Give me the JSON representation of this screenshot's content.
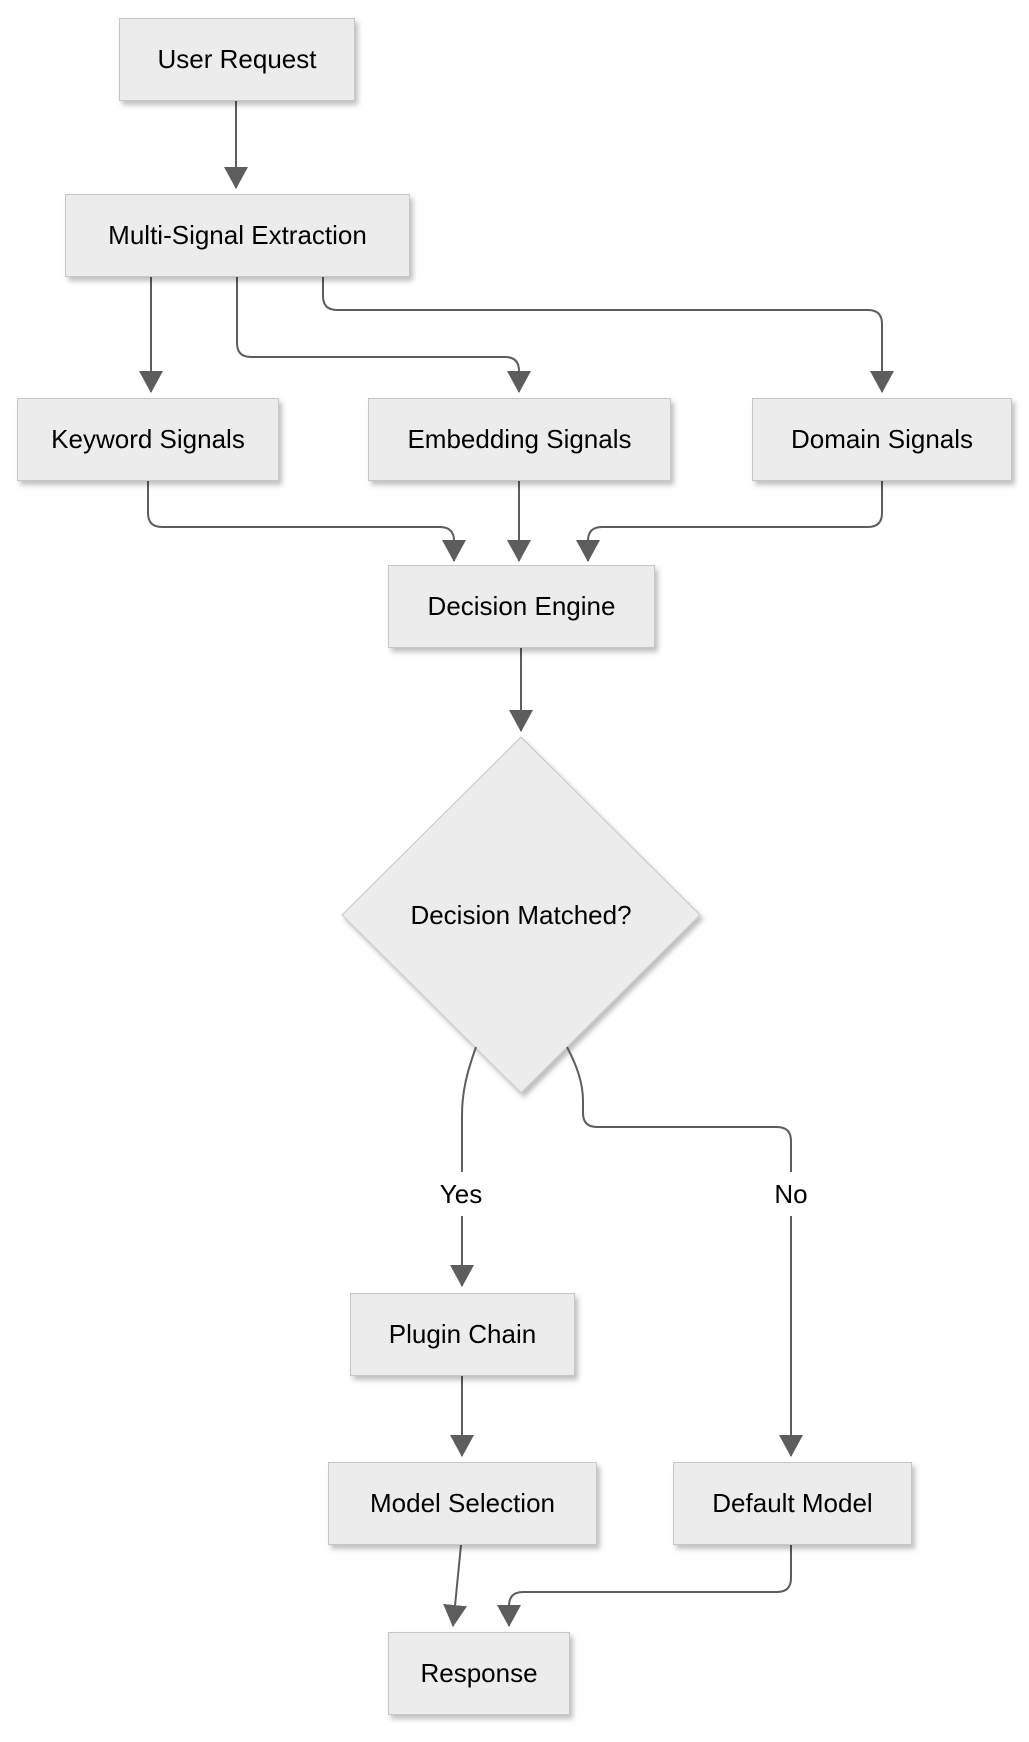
{
  "diagram": {
    "type": "flowchart",
    "direction": "top-down",
    "colors": {
      "background": "#ffffff",
      "node_fill": "#ececec",
      "node_border": "#c6c6c6",
      "edge_stroke": "#5d5d5d",
      "text": "#000000",
      "edge_label_background": "#ffffff"
    },
    "nodes": [
      {
        "id": "user_request",
        "label": "User Request",
        "shape": "rect"
      },
      {
        "id": "multi_signal_extraction",
        "label": "Multi-Signal Extraction",
        "shape": "rect"
      },
      {
        "id": "keyword_signals",
        "label": "Keyword Signals",
        "shape": "rect"
      },
      {
        "id": "embedding_signals",
        "label": "Embedding Signals",
        "shape": "rect"
      },
      {
        "id": "domain_signals",
        "label": "Domain Signals",
        "shape": "rect"
      },
      {
        "id": "decision_engine",
        "label": "Decision Engine",
        "shape": "rect"
      },
      {
        "id": "decision_matched",
        "label": "Decision Matched?",
        "shape": "diamond"
      },
      {
        "id": "plugin_chain",
        "label": "Plugin Chain",
        "shape": "rect"
      },
      {
        "id": "model_selection",
        "label": "Model Selection",
        "shape": "rect"
      },
      {
        "id": "default_model",
        "label": "Default Model",
        "shape": "rect"
      },
      {
        "id": "response",
        "label": "Response",
        "shape": "rect"
      }
    ],
    "edge_labels": {
      "yes": "Yes",
      "no": "No"
    },
    "edges": [
      {
        "from": "user_request",
        "to": "multi_signal_extraction",
        "label": ""
      },
      {
        "from": "multi_signal_extraction",
        "to": "keyword_signals",
        "label": ""
      },
      {
        "from": "multi_signal_extraction",
        "to": "embedding_signals",
        "label": ""
      },
      {
        "from": "multi_signal_extraction",
        "to": "domain_signals",
        "label": ""
      },
      {
        "from": "keyword_signals",
        "to": "decision_engine",
        "label": ""
      },
      {
        "from": "embedding_signals",
        "to": "decision_engine",
        "label": ""
      },
      {
        "from": "domain_signals",
        "to": "decision_engine",
        "label": ""
      },
      {
        "from": "decision_engine",
        "to": "decision_matched",
        "label": ""
      },
      {
        "from": "decision_matched",
        "to": "plugin_chain",
        "label": "Yes"
      },
      {
        "from": "decision_matched",
        "to": "default_model",
        "label": "No"
      },
      {
        "from": "plugin_chain",
        "to": "model_selection",
        "label": ""
      },
      {
        "from": "model_selection",
        "to": "response",
        "label": ""
      },
      {
        "from": "default_model",
        "to": "response",
        "label": ""
      }
    ]
  }
}
